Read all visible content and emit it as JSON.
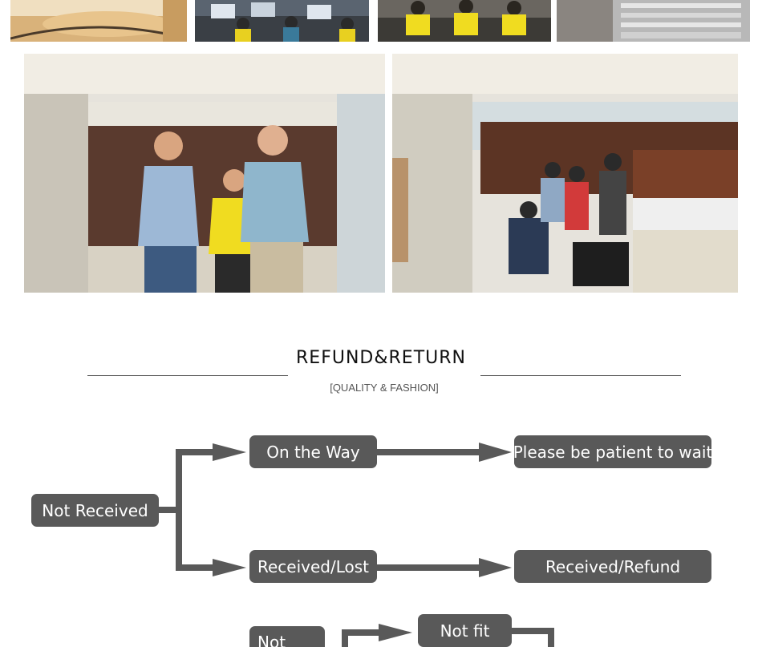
{
  "section": {
    "title": "REFUND&RETURN",
    "subtitle": "[QUALITY & FASHION]"
  },
  "flow": {
    "not_received": "Not Received",
    "on_the_way": "On the Way",
    "please_wait": "Please be patient to wait",
    "received_lost": "Received/Lost",
    "received_refund": "Received/Refund",
    "not_partial": "Not",
    "not_fit": "Not fit"
  },
  "colors": {
    "node_fill": "#595959",
    "arrow": "#595959",
    "rule": "#555555"
  },
  "photos": [
    "reception-desk-photo",
    "office-staff-photo",
    "workers-photo",
    "warehouse-photo",
    "trade-fair-group-photo",
    "trade-fair-booth-photo"
  ]
}
